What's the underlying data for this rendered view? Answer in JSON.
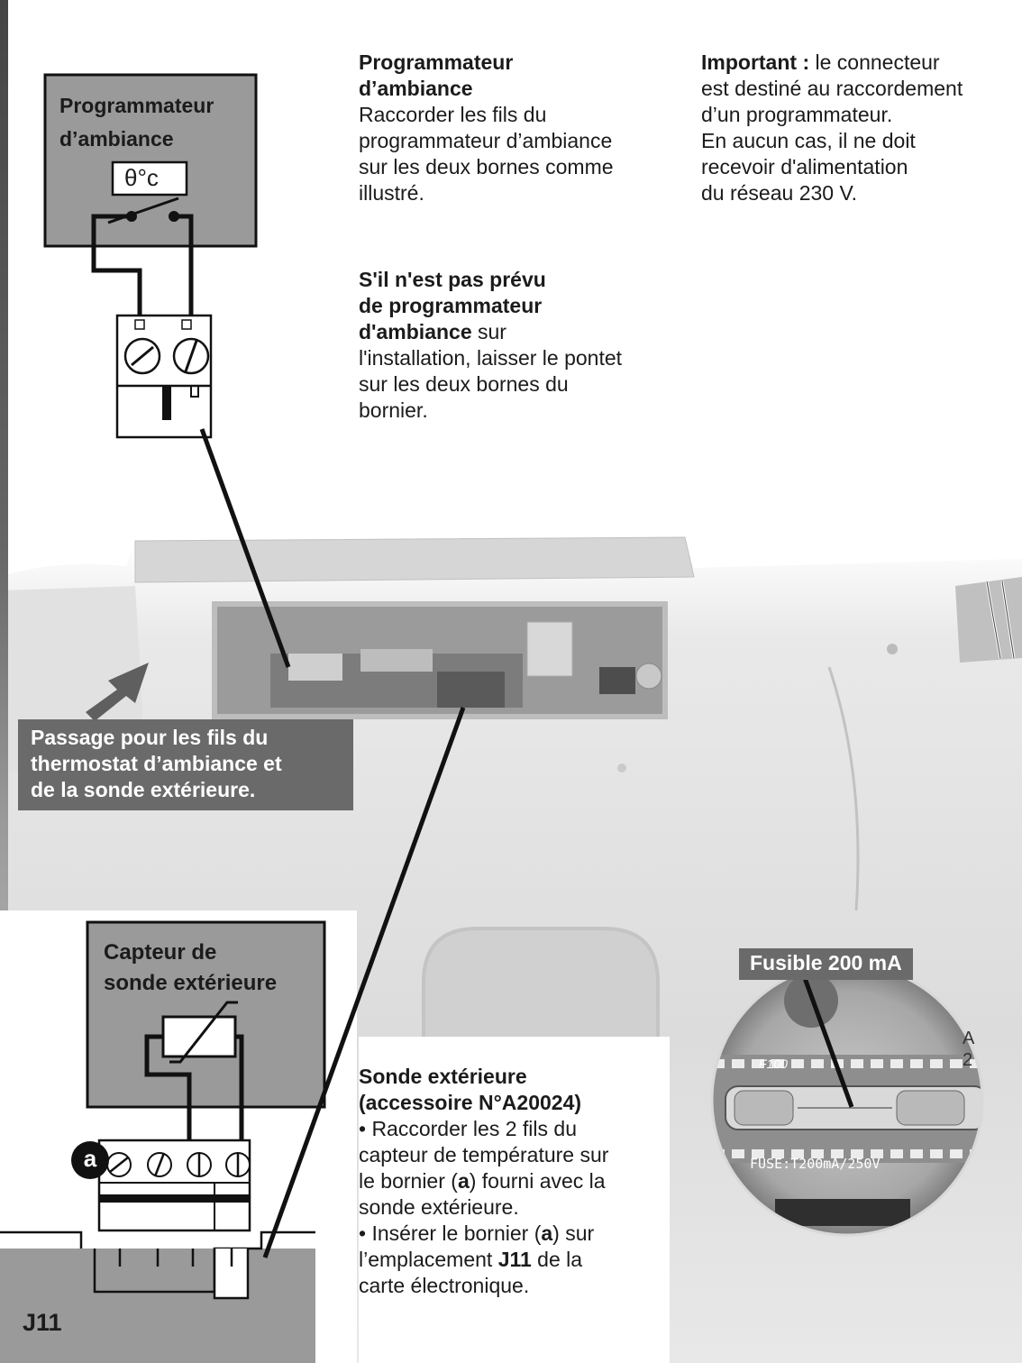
{
  "top_left_box": {
    "title_line1": "Programmateur",
    "title_line2": "d’ambiance",
    "thermostat_symbol": "θ°c"
  },
  "programmateur_section": {
    "title_line1": "Programmateur",
    "title_line2": "d’ambiance",
    "body_lines": [
      "Raccorder les fils du",
      "programmateur d’ambiance",
      "sur les deux bornes comme",
      "illustré."
    ]
  },
  "pontet_section": {
    "bold_line1": "S'il n'est pas prévu",
    "bold_line2": "de programmateur",
    "bold_line3": "d'ambiance",
    "line3_suffix": " sur",
    "body_lines": [
      "l'installation, laisser le pontet",
      "sur les deux bornes du",
      "bornier."
    ]
  },
  "important_section": {
    "bold": "Important :",
    "line1_rest": " le connecteur",
    "body_lines": [
      "est destiné au raccordement",
      "d’un programmateur.",
      "En aucun cas, il ne doit",
      "recevoir d'alimentation",
      "du réseau 230 V."
    ]
  },
  "passage_label": {
    "lines": [
      "Passage pour les fils du",
      "thermostat d’ambiance et",
      "de la sonde extérieure."
    ]
  },
  "capteur_box": {
    "line1": "Capteur de",
    "line2": "sonde extérieure"
  },
  "terminal_marker": "a",
  "connector_label": "J11",
  "fuse_label": "Fusible 200 mA",
  "fuse_photo": {
    "board_text": "F100",
    "fuse_text": "FUSE:T200mA/250V",
    "side_letters": "A 2"
  },
  "sonde_section": {
    "title_line1": "Sonde extérieure",
    "title_line2": "(accessoire N°A20024)",
    "bullet1_lines": [
      "• Raccorder les 2 fils du",
      "capteur de température sur"
    ],
    "bullet1_line3_pre": "le bornier (",
    "bullet1_line3_bold": "a",
    "bullet1_line3_post": ") fourni avec la",
    "bullet1_line4": "sonde extérieure.",
    "bullet2_line1_pre": "• Insérer le bornier (",
    "bullet2_line1_bold": "a",
    "bullet2_line1_post": ") sur",
    "bullet2_line2_pre": "l’emplacement ",
    "bullet2_line2_bold": "J11",
    "bullet2_line2_post": " de la",
    "bullet2_line3": "carte électronique."
  },
  "colors": {
    "box_gray": "#9a9a9a",
    "banner_gray": "#6a6a6a",
    "photo_light": "#e4e4e4",
    "line_black": "#111111"
  }
}
